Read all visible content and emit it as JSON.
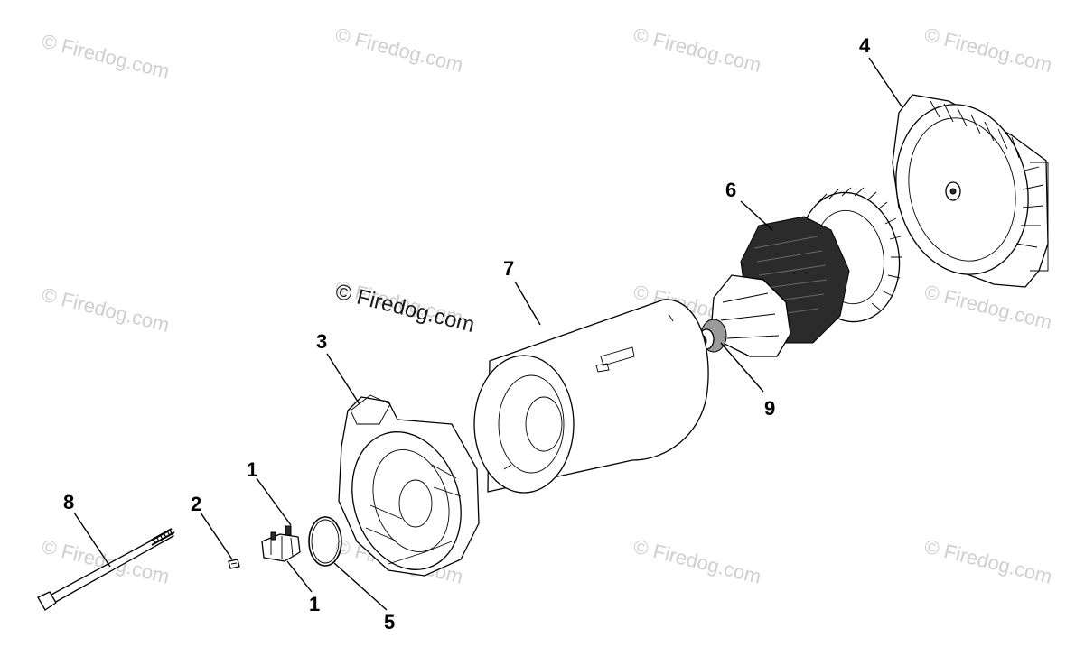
{
  "diagram": {
    "watermarks": [
      {
        "text": "© Firedog.com"
      },
      {
        "text": "© Firedog.com"
      },
      {
        "text": "© Firedog.com"
      },
      {
        "text": "© Firedog.com"
      },
      {
        "text": "© Firedog.com"
      },
      {
        "text": "© Firedog.com"
      },
      {
        "text": "© Firedog.com"
      },
      {
        "text": "© Firedog.com"
      },
      {
        "text": "© Firedog.com"
      },
      {
        "text": "© Firedog.com"
      },
      {
        "text": "© Firedog.com"
      },
      {
        "text": "© Firedog.com"
      }
    ],
    "center_watermark": "© Firedog.com",
    "callouts": [
      {
        "id": "c4",
        "label": "4"
      },
      {
        "id": "c6",
        "label": "6"
      },
      {
        "id": "c7",
        "label": "7"
      },
      {
        "id": "c3",
        "label": "3"
      },
      {
        "id": "c9",
        "label": "9"
      },
      {
        "id": "c1a",
        "label": "1"
      },
      {
        "id": "c8",
        "label": "8"
      },
      {
        "id": "c2",
        "label": "2"
      },
      {
        "id": "c1b",
        "label": "1"
      },
      {
        "id": "c5",
        "label": "5"
      }
    ]
  }
}
